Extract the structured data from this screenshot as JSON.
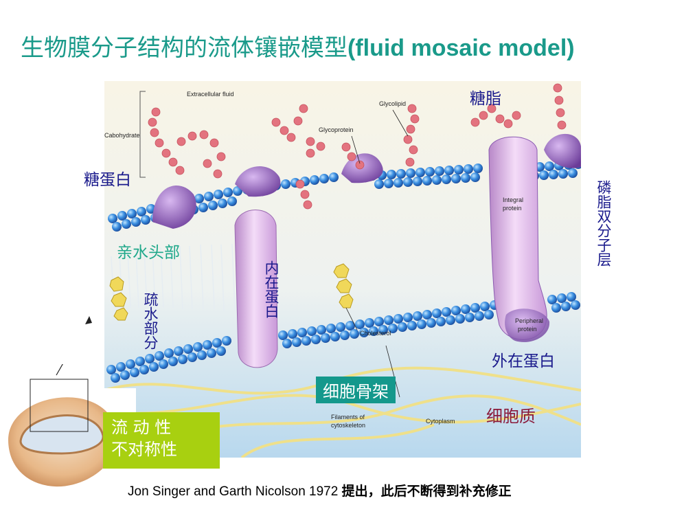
{
  "title": {
    "cn": "生物膜分子结构的流体镶嵌模型",
    "en": "(fluid mosaic model)"
  },
  "diagram_labels_en": {
    "extracellular": "Extracellular fluid",
    "carbohydrate": "Cabohydrate",
    "glycolipid": "Glycolipid",
    "glycoprotein": "Glycoprotein",
    "integral_1": "Integral",
    "integral_2": "protein",
    "peripheral_1": "Peripheral",
    "peripheral_2": "protein",
    "cholesterol": "Cholesterol",
    "filaments_1": "Filaments of",
    "filaments_2": "cytoskeleton",
    "cytoplasm": "Cytoplasm"
  },
  "labels_cn": {
    "glycolipid": "糖脂",
    "glycoprotein": "糖蛋白",
    "phospholipid_bilayer": "磷脂双分子层",
    "hydrophilic_head": "亲水头部",
    "hydrophobic_part": "疏水部分",
    "integral_protein": "内在蛋白",
    "peripheral_protein": "外在蛋白",
    "cytoskeleton": "细胞骨架",
    "cytoplasm": "细胞质",
    "properties_1": "流 动 性",
    "properties_2": "不对称性"
  },
  "footer": {
    "en": "Jon Singer  and Garth Nicolson 1972 ",
    "cn": "提出，此后不断得到补充修正"
  },
  "colors": {
    "title": "#1a9a8a",
    "membrane_blue": "#2a80d0",
    "glyco_pink": "#e0707a",
    "protein_purple": "#8a5ab0",
    "integral_pink": "#d8a8e0",
    "cytoskeleton_bg": "#14988c",
    "properties_bg": "#a8d010",
    "cytoplasm_text": "#8a1a3a"
  }
}
